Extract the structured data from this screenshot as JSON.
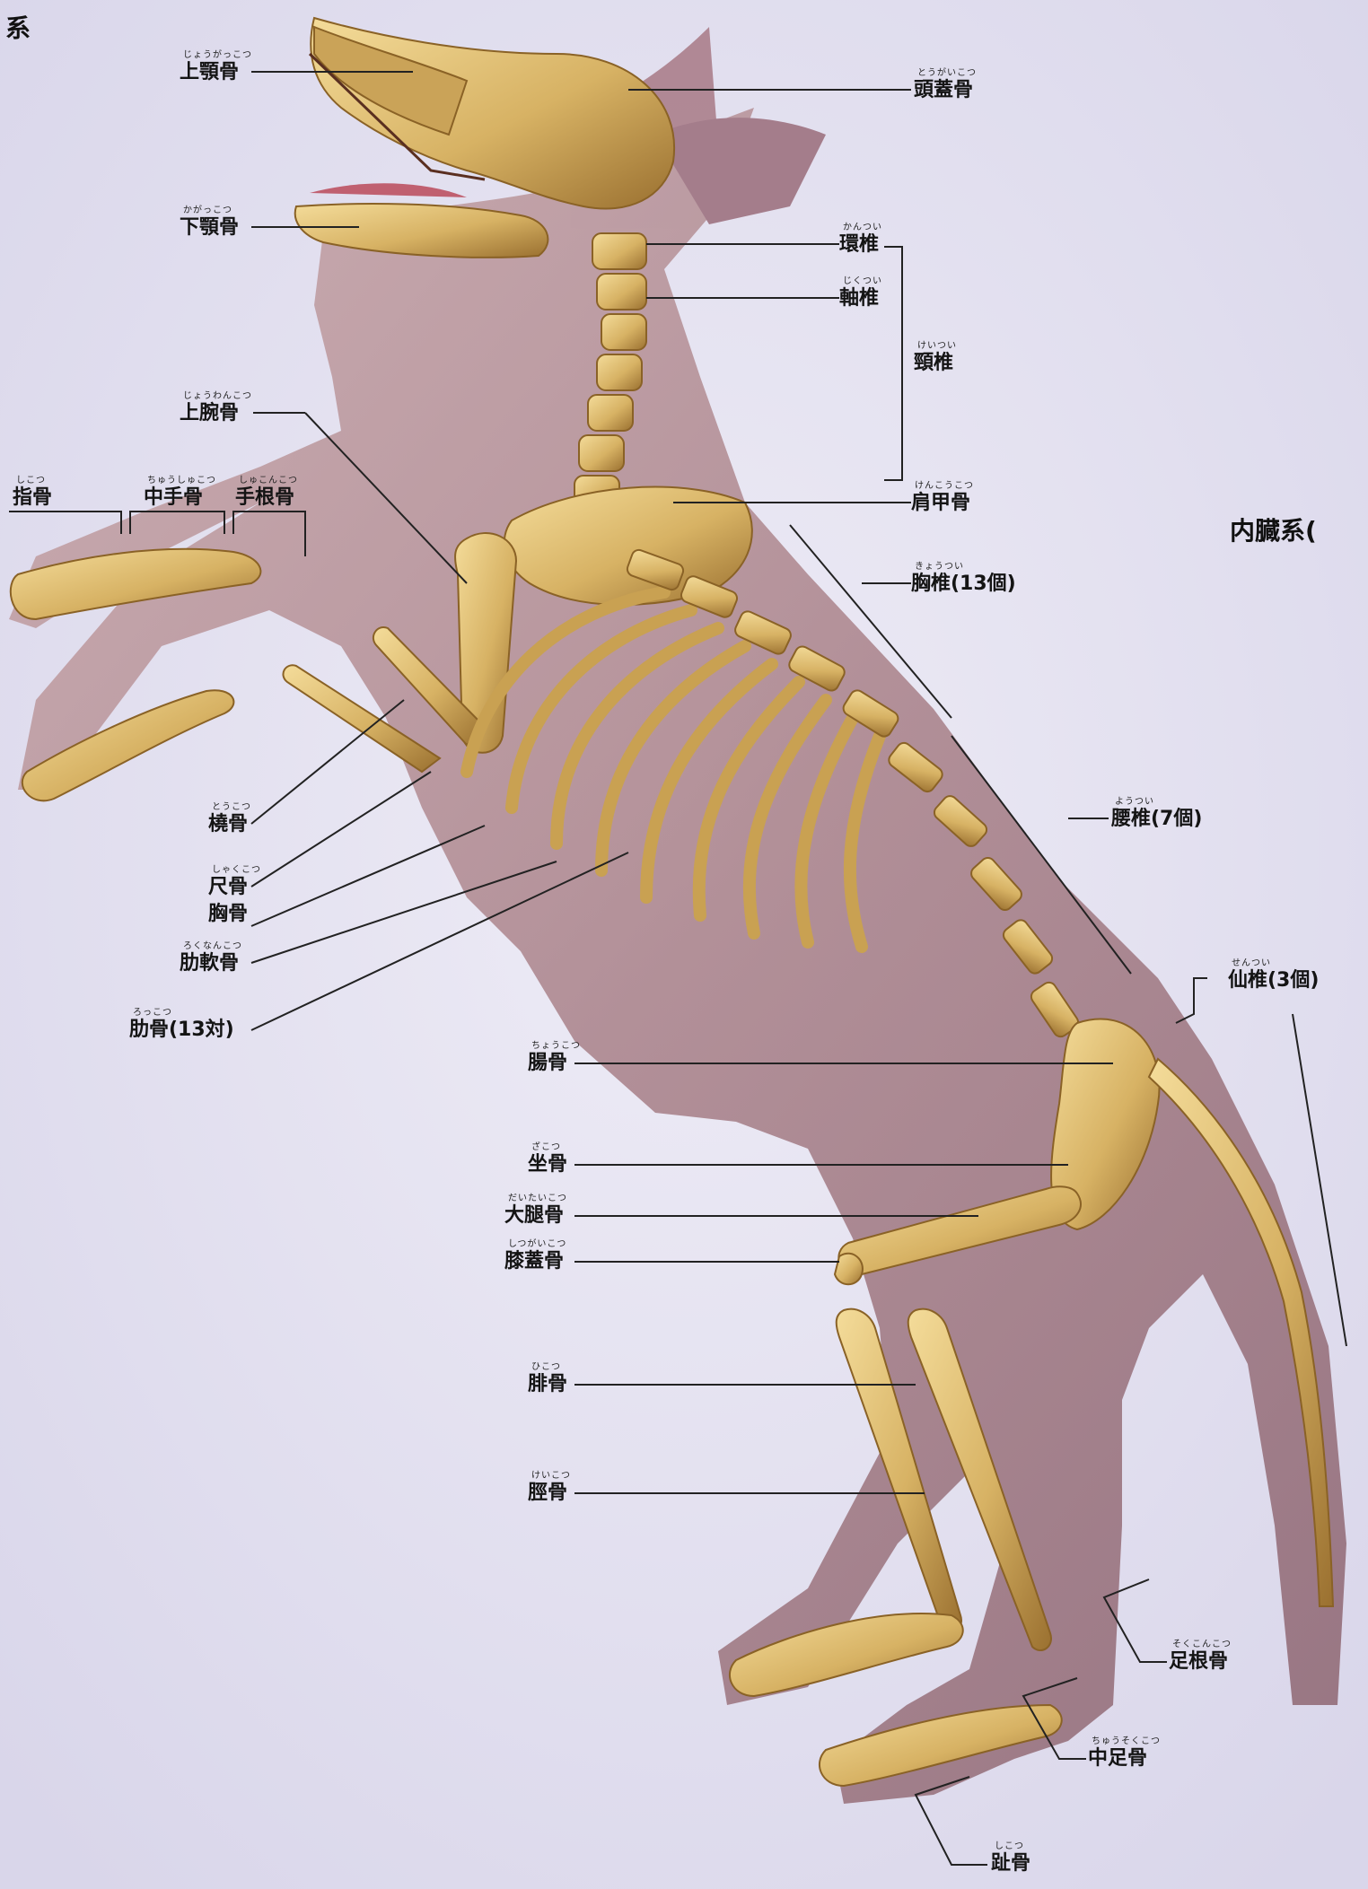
{
  "corner": {
    "left_fragment": "系",
    "right_fragment": "内臓系("
  },
  "colors": {
    "bone": "#d7b264",
    "bone_light": "#f4dc9a",
    "bone_dark": "#8a6226",
    "fur": "#b48c8c",
    "background": "#e4e2f0",
    "leader": "#222222"
  },
  "labels": {
    "maxilla": {
      "ruby": "じょうがっこつ",
      "text": "上顎骨"
    },
    "skull": {
      "ruby": "とうがいこつ",
      "text": "頭蓋骨"
    },
    "mandible": {
      "ruby": "かがっこつ",
      "text": "下顎骨"
    },
    "atlas": {
      "ruby": "かんつい",
      "text": "環椎"
    },
    "axis": {
      "ruby": "じくつい",
      "text": "軸椎"
    },
    "cervical": {
      "ruby": "けいつい",
      "text": "頸椎"
    },
    "humerus": {
      "ruby": "じょうわんこつ",
      "text": "上腕骨"
    },
    "phalanges_front": {
      "ruby": "しこつ",
      "text": "指骨"
    },
    "metacarpal": {
      "ruby": "ちゅうしゅこつ",
      "text": "中手骨"
    },
    "carpal": {
      "ruby": "しゅこんこつ",
      "text": "手根骨"
    },
    "scapula": {
      "ruby": "けんこうこつ",
      "text": "肩甲骨"
    },
    "thoracic": {
      "ruby": "きょうつい",
      "text": "胸椎(13個)"
    },
    "lumbar": {
      "ruby": "ようつい",
      "text": "腰椎(7個)"
    },
    "radius": {
      "ruby": "とうこつ",
      "text": "橈骨"
    },
    "ulna": {
      "ruby": "しゃくこつ",
      "text": "尺骨"
    },
    "sternum": {
      "ruby": "",
      "text": "胸骨"
    },
    "costal_cartilage": {
      "ruby": "ろくなんこつ",
      "text": "肋軟骨"
    },
    "ribs": {
      "ruby": "ろっこつ",
      "text": "肋骨(13対)"
    },
    "sacrum": {
      "ruby": "せんつい",
      "text": "仙椎(3個)"
    },
    "ilium": {
      "ruby": "ちょうこつ",
      "text": "腸骨"
    },
    "ischium": {
      "ruby": "ざこつ",
      "text": "坐骨"
    },
    "femur": {
      "ruby": "だいたいこつ",
      "text": "大腿骨"
    },
    "patella": {
      "ruby": "しつがいこつ",
      "text": "膝蓋骨"
    },
    "fibula": {
      "ruby": "ひこつ",
      "text": "腓骨"
    },
    "tibia": {
      "ruby": "けいこつ",
      "text": "脛骨"
    },
    "tarsal": {
      "ruby": "そくこんこつ",
      "text": "足根骨"
    },
    "metatarsal": {
      "ruby": "ちゅうそくこつ",
      "text": "中足骨"
    },
    "phalanges_hind": {
      "ruby": "しこつ",
      "text": "趾骨"
    }
  }
}
